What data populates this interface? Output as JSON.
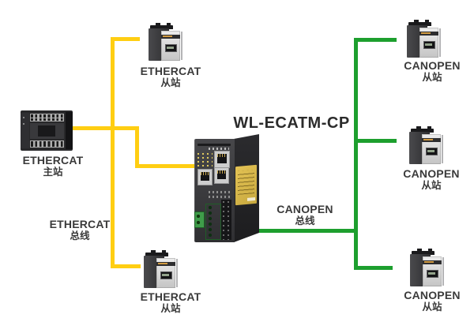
{
  "gateway": {
    "model": "WL-ECATM-CP"
  },
  "nodes": {
    "ethercat_master": {
      "protocol": "ETHERCAT",
      "role": "主站"
    },
    "ethercat_slave_top": {
      "protocol": "ETHERCAT",
      "role": "从站"
    },
    "ethercat_slave_bottom": {
      "protocol": "ETHERCAT",
      "role": "从站"
    },
    "canopen_slave_top": {
      "protocol": "CANOPEN",
      "role": "从站"
    },
    "canopen_slave_middle": {
      "protocol": "CANOPEN",
      "role": "从站"
    },
    "canopen_slave_bottom": {
      "protocol": "CANOPEN",
      "role": "从站"
    }
  },
  "buses": {
    "ethercat_bus": {
      "protocol": "ETHERCAT",
      "kind": "总线",
      "color": "#FFCE12"
    },
    "canopen_bus": {
      "protocol": "CANOPEN",
      "kind": "总线",
      "color": "#1D9F2E"
    }
  }
}
